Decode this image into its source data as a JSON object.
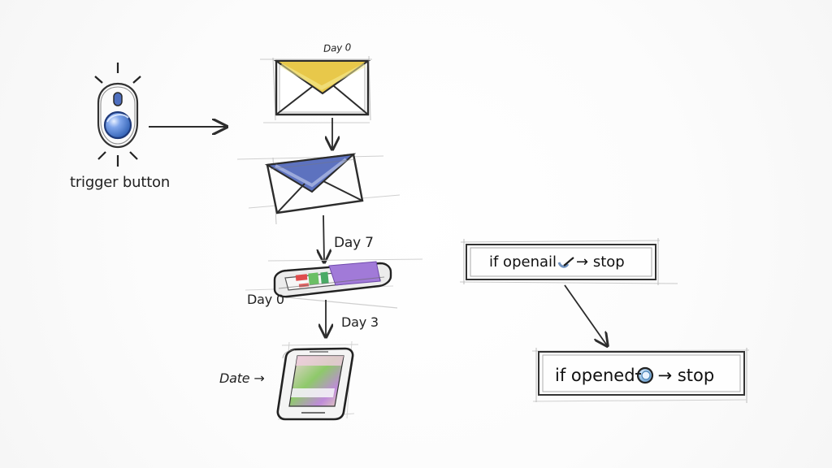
{
  "diagram": {
    "trigger_label": "trigger button",
    "steps": [
      {
        "label": "Day 0"
      },
      {
        "label": "Day 7"
      },
      {
        "label": "Day 0"
      },
      {
        "label": "Day 3"
      },
      {
        "label": "Date →"
      }
    ],
    "rules": [
      {
        "text_before": "if openail",
        "text_after": "→ stop"
      },
      {
        "text_before": "if opened",
        "text_after": "→ stop"
      }
    ],
    "colors": {
      "ink": "#2a2a2a",
      "trigger_button": "#3f73d0",
      "envelope_top": "#e7c43a",
      "envelope_blue": "#4e68b3",
      "phone_purple": "#9b6bd6",
      "phone_green": "#5cb85c",
      "phone_red": "#e24b4b"
    }
  }
}
